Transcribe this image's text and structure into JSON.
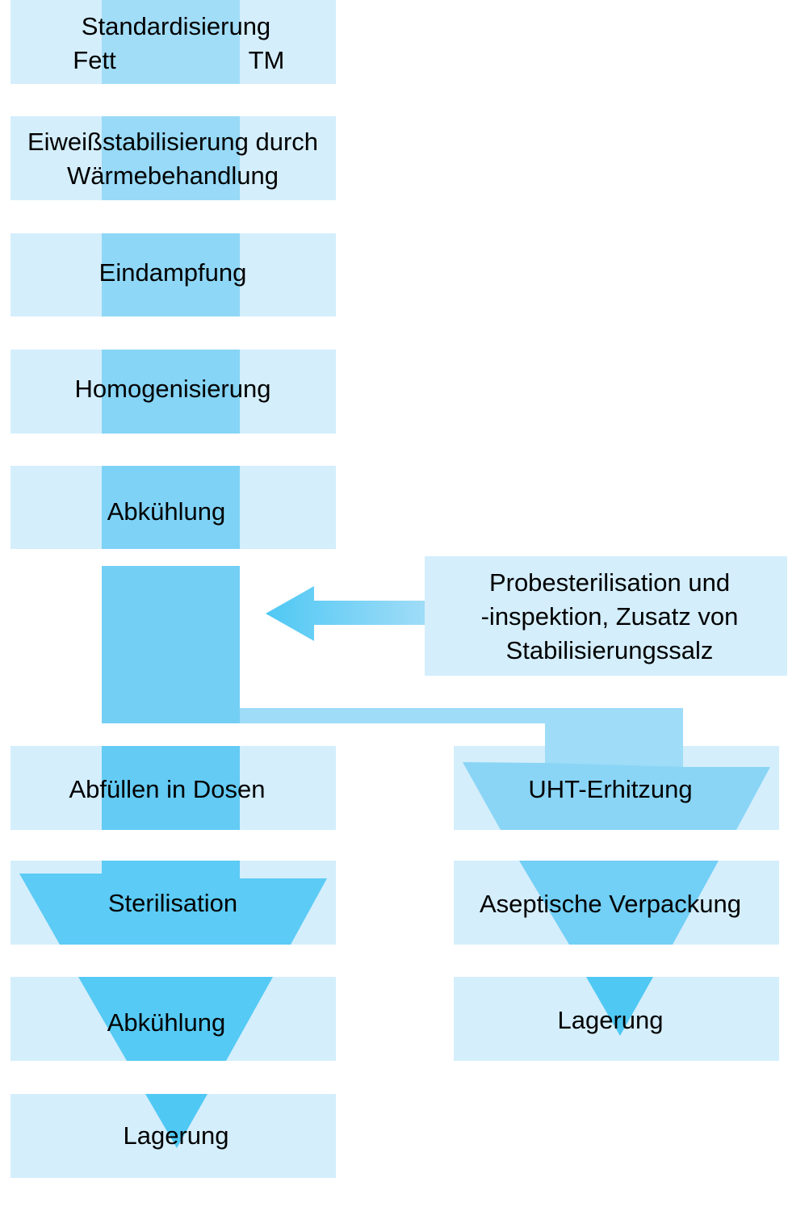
{
  "left_steps": [
    {
      "lines": [
        "Standardisierung",
        "Fett",
        "TM"
      ]
    },
    {
      "lines": [
        "Eiweißstabilisierung durch",
        "Wärmebehandlung"
      ]
    },
    {
      "lines": [
        "Eindampfung"
      ]
    },
    {
      "lines": [
        "Homogenisierung"
      ]
    },
    {
      "lines": [
        "Abkühlung"
      ]
    },
    {
      "lines": [
        "Abfüllen in Dosen"
      ]
    },
    {
      "lines": [
        "Sterilisation"
      ]
    },
    {
      "lines": [
        "Abkühlung"
      ]
    },
    {
      "lines": [
        "Lagerung"
      ]
    }
  ],
  "side_input": {
    "lines": [
      "Probesterilisation und",
      "-inspektion, Zusatz von",
      "Stabilisierungssalz"
    ]
  },
  "right_steps": [
    {
      "lines": [
        "UHT-Erhitzung"
      ]
    },
    {
      "lines": [
        "Aseptische Verpackung"
      ]
    },
    {
      "lines": [
        "Lagerung"
      ]
    }
  ],
  "colors": {
    "box": "#d4eefc",
    "flow_light": "#a0dcf7",
    "flow_dark": "#4fc8f4"
  }
}
